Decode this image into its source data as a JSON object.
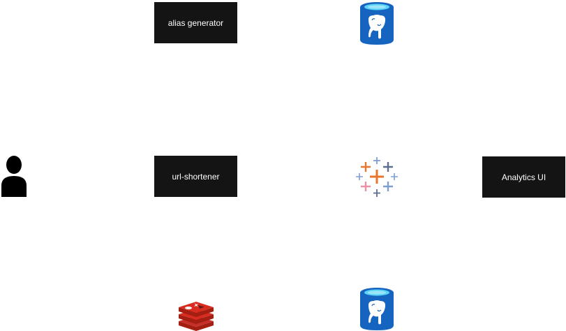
{
  "nodes": {
    "alias_generator": "alias generator",
    "url_shortener": "url-shortener",
    "analytics_ui": "Analytics UI"
  },
  "icons": {
    "user": "user-icon",
    "postgres_top": "postgresql-database-icon",
    "postgres_bottom": "postgresql-database-icon",
    "tableau": "tableau-icon",
    "redis": "redis-icon"
  },
  "colors": {
    "box_fill": "#141414",
    "box_text": "#ffffff",
    "postgres_blue": "#1565c0",
    "postgres_cyan": "#5dd3f5",
    "redis_red": "#c6302b",
    "tableau_orange": "#e8762d",
    "tableau_blue": "#5b6f91",
    "tableau_pink": "#eb91a5",
    "tableau_lightblue": "#7b9ed3"
  }
}
